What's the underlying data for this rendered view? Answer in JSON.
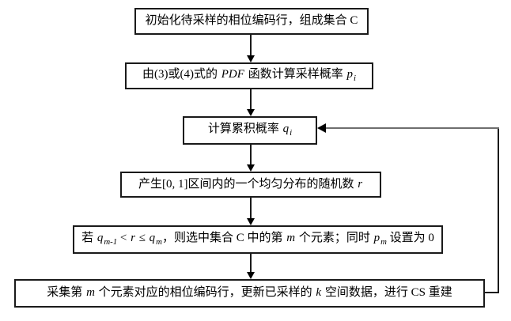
{
  "diagram": {
    "type": "flowchart",
    "background_color": "#ffffff",
    "box_border_color": "#1a1a1a",
    "arrow_color": "#000000",
    "feedback_line_color": "#6e6e6e",
    "boxes": [
      {
        "id": "step-1-initialize",
        "runs": [
          {
            "t": "初始化待采样的相位编码行，组成集合 C"
          }
        ]
      },
      {
        "id": "step-2-pdf-probability",
        "runs": [
          {
            "t": "由(3)或(4)式的 "
          },
          {
            "t": "PDF",
            "s": "i"
          },
          {
            "t": " 函数计算采样概率 "
          },
          {
            "t": "p",
            "s": "i"
          },
          {
            "t": "i",
            "s": "isub"
          }
        ]
      },
      {
        "id": "step-3-cumulative-probability",
        "runs": [
          {
            "t": "计算累积概率 "
          },
          {
            "t": "q",
            "s": "i"
          },
          {
            "t": "i",
            "s": "isub"
          }
        ]
      },
      {
        "id": "step-4-random-number",
        "runs": [
          {
            "t": "产生[0, 1]区间内的一个均匀分布的随机数 "
          },
          {
            "t": "r",
            "s": "i"
          }
        ]
      },
      {
        "id": "step-5-select-element",
        "runs": [
          {
            "t": "若 "
          },
          {
            "t": "q",
            "s": "i"
          },
          {
            "t": "m-1",
            "s": "isub"
          },
          {
            "t": " < "
          },
          {
            "t": "r",
            "s": "i"
          },
          {
            "t": " ≤ "
          },
          {
            "t": "q",
            "s": "i"
          },
          {
            "t": "m",
            "s": "isub"
          },
          {
            "t": "，则选中集合 C 中的第 "
          },
          {
            "t": "m",
            "s": "i"
          },
          {
            "t": " 个元素；同时 "
          },
          {
            "t": "p",
            "s": "i"
          },
          {
            "t": "m",
            "s": "isub"
          },
          {
            "t": " 设置为 0"
          }
        ]
      },
      {
        "id": "step-6-acquire-reconstruct",
        "runs": [
          {
            "t": "采集第 "
          },
          {
            "t": "m",
            "s": "i"
          },
          {
            "t": " 个元素对应的相位编码行，更新已采样的 "
          },
          {
            "t": "k",
            "s": "i"
          },
          {
            "t": " 空间数据，进行 CS 重建"
          }
        ]
      }
    ]
  }
}
